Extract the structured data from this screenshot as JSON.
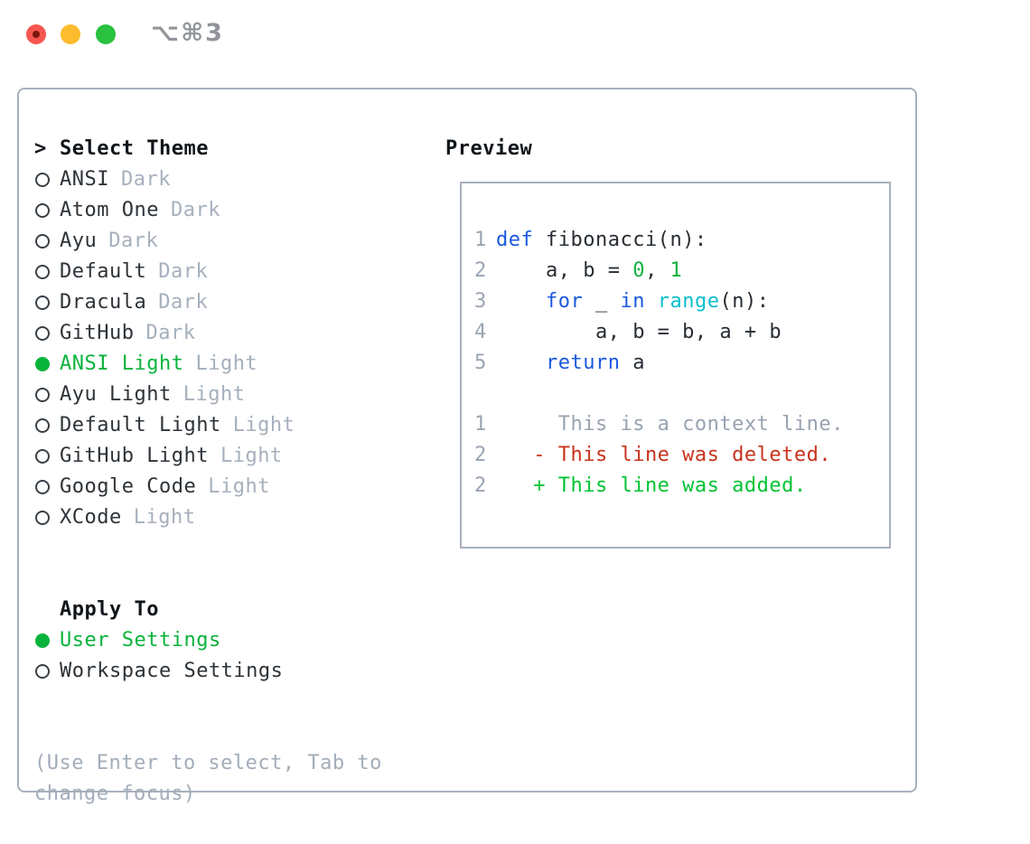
{
  "titlebar": {
    "shortcut": "⌥⌘3",
    "traffic_lights": [
      "close",
      "minimize",
      "zoom"
    ]
  },
  "left": {
    "prompt": ">",
    "title": "Select Theme",
    "themes": [
      {
        "name": "ANSI",
        "tag": "Dark",
        "selected": false
      },
      {
        "name": "Atom One",
        "tag": "Dark",
        "selected": false
      },
      {
        "name": "Ayu",
        "tag": "Dark",
        "selected": false
      },
      {
        "name": "Default",
        "tag": "Dark",
        "selected": false
      },
      {
        "name": "Dracula",
        "tag": "Dark",
        "selected": false
      },
      {
        "name": "GitHub",
        "tag": "Dark",
        "selected": false
      },
      {
        "name": "ANSI Light",
        "tag": "Light",
        "selected": true
      },
      {
        "name": "Ayu Light",
        "tag": "Light",
        "selected": false
      },
      {
        "name": "Default Light",
        "tag": "Light",
        "selected": false
      },
      {
        "name": "GitHub Light",
        "tag": "Light",
        "selected": false
      },
      {
        "name": "Google Code",
        "tag": "Light",
        "selected": false
      },
      {
        "name": "XCode",
        "tag": "Light",
        "selected": false
      }
    ],
    "apply_to": {
      "title": "Apply To",
      "options": [
        {
          "name": "User Settings",
          "selected": true
        },
        {
          "name": "Workspace Settings",
          "selected": false
        }
      ]
    },
    "hint_lines": [
      "(Use Enter to select, Tab to",
      "change focus)"
    ]
  },
  "preview": {
    "title": "Preview",
    "lines": [
      {
        "ln": "1",
        "segs": [
          {
            "t": "def",
            "c": "kw"
          },
          {
            "t": " fibonacci(n):",
            "c": "fg"
          }
        ]
      },
      {
        "ln": "2",
        "segs": [
          {
            "t": "    a, b = ",
            "c": "fg"
          },
          {
            "t": "0",
            "c": "num"
          },
          {
            "t": ", ",
            "c": "fg"
          },
          {
            "t": "1",
            "c": "num"
          }
        ]
      },
      {
        "ln": "3",
        "segs": [
          {
            "t": "    ",
            "c": "fg"
          },
          {
            "t": "for",
            "c": "kw"
          },
          {
            "t": " _ ",
            "c": "fg"
          },
          {
            "t": "in",
            "c": "kw"
          },
          {
            "t": " ",
            "c": "fg"
          },
          {
            "t": "range",
            "c": "builtin"
          },
          {
            "t": "(n):",
            "c": "fg"
          }
        ]
      },
      {
        "ln": "4",
        "segs": [
          {
            "t": "        a, b = b, a + b",
            "c": "fg"
          }
        ]
      },
      {
        "ln": "5",
        "segs": [
          {
            "t": "    ",
            "c": "fg"
          },
          {
            "t": "return",
            "c": "kw"
          },
          {
            "t": " a",
            "c": "fg"
          }
        ]
      },
      {
        "ln": "",
        "segs": []
      },
      {
        "ln": "1",
        "segs": [
          {
            "t": "     This is a context line.",
            "c": "muted"
          }
        ]
      },
      {
        "ln": "2",
        "segs": [
          {
            "t": "   - This line was deleted.",
            "c": "del"
          }
        ]
      },
      {
        "ln": "2",
        "segs": [
          {
            "t": "   + This line was added.",
            "c": "add"
          }
        ]
      }
    ]
  },
  "colors": {
    "fg": "#272d33",
    "kw": "#1b59dd",
    "num": "#0ab33c",
    "builtin": "#0abfcc",
    "muted": "#98a3b1",
    "del": "#c9331d",
    "add": "#00c432",
    "green": "#0ab33c"
  }
}
